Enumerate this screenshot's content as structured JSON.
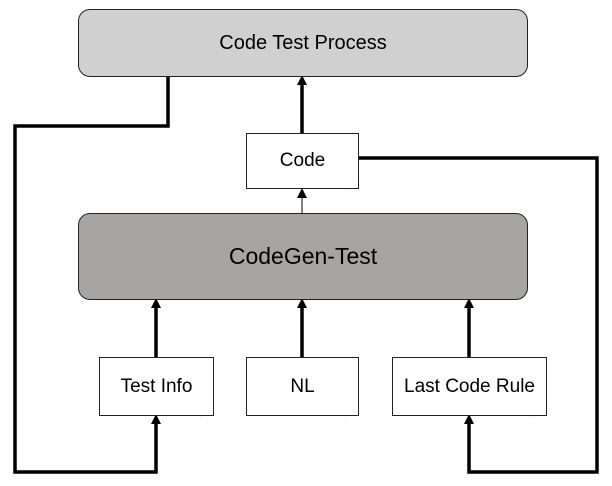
{
  "diagram": {
    "process_label": "Code Test Process",
    "code_label": "Code",
    "codegen_label": "CodeGen-Test",
    "test_info_label": "Test Info",
    "nl_label": "NL",
    "last_rule_label": "Last Code Rule"
  },
  "colors": {
    "process_fill": "#d0d0d0",
    "codegen_fill": "#a7a5a4",
    "document_fill": "#ffffff",
    "line": "#000000"
  }
}
